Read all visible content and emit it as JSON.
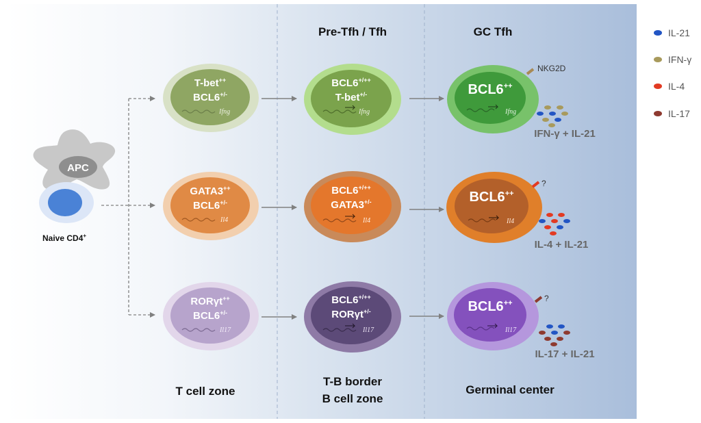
{
  "headers": {
    "col2": "Pre-Tfh / Tfh",
    "col3": "GC Tfh"
  },
  "zones": {
    "col1": "T cell zone",
    "col2_line1": "T-B border",
    "col2_line2": "B cell zone",
    "col3": "Germinal center"
  },
  "apc": {
    "label": "APC",
    "naive_label": "Naive CD4",
    "naive_sup": "+"
  },
  "legend": [
    {
      "label": "IL-21",
      "color": "#2255c4"
    },
    {
      "label": "IFN-γ",
      "color": "#a89a5c"
    },
    {
      "label": "IL-4",
      "color": "#e23a22"
    },
    {
      "label": "IL-17",
      "color": "#8e3a30"
    }
  ],
  "rows": {
    "th1": {
      "c1": {
        "line1": "T-bet",
        "sup1": "++",
        "line2": "BCL6",
        "sup2": "+/-",
        "gene": "Ifng"
      },
      "c2": {
        "line1": "BCL6",
        "sup1": "+/++",
        "line2": "T-bet",
        "sup2": "+/-",
        "gene": "Ifng"
      },
      "c3": {
        "line1": "BCL6",
        "sup1": "++",
        "gene": "Ifng",
        "receptor": "NKG2D",
        "cytokines": "IFN-γ + IL-21"
      }
    },
    "th2": {
      "c1": {
        "line1": "GATA3",
        "sup1": "++",
        "line2": "BCL6",
        "sup2": "+/-",
        "gene": "Il4"
      },
      "c2": {
        "line1": "BCL6",
        "sup1": "+/++",
        "line2": "GATA3",
        "sup2": "+/-",
        "gene": "Il4"
      },
      "c3": {
        "line1": "BCL6",
        "sup1": "++",
        "gene": "Il4",
        "receptor": "?",
        "cytokines": "IL-4 + IL-21"
      }
    },
    "th17": {
      "c1": {
        "line1": "RORγt",
        "sup1": "++",
        "line2": "BCL6",
        "sup2": "+/-",
        "gene": "Il17"
      },
      "c2": {
        "line1": "BCL6",
        "sup1": "+/++",
        "line2": "RORγt",
        "sup2": "+/-",
        "gene": "Il17"
      },
      "c3": {
        "line1": "BCL6",
        "sup1": "++",
        "gene": "Il17",
        "receptor": "?",
        "cytokines": "IL-17 + IL-21"
      }
    }
  }
}
